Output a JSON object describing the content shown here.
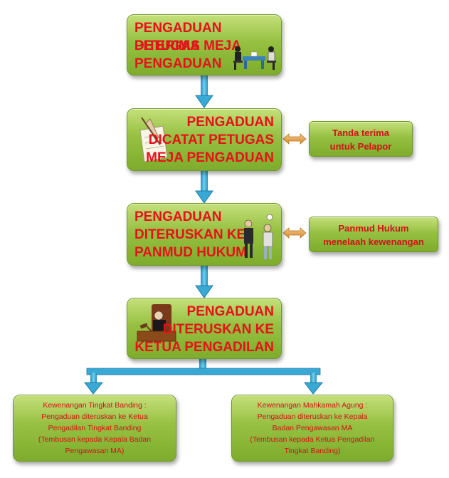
{
  "steps": [
    {
      "line1": "PENGADUAN DITERIMA",
      "line2": "PETUGAS MEJA",
      "line3": "PENGADUAN"
    },
    {
      "line1": "PENGADUAN",
      "line2": "DICATAT PETUGAS",
      "line3": "MEJA PENGADUAN"
    },
    {
      "line1": "PENGADUAN",
      "line2": "DITERUSKAN KE",
      "line3": "PANMUD HUKUM"
    },
    {
      "line1": "PENGADUAN",
      "line2": "DITERUSKAN KE",
      "line3": "KETUA PENGADILAN"
    }
  ],
  "side_notes": [
    {
      "line1": "Tanda terima",
      "line2": "untuk Pelapor"
    },
    {
      "line1": "Panmud Hukum",
      "line2": "menelaah kewenangan"
    }
  ],
  "outcomes": [
    {
      "lines": [
        "Kewenangan Tingkat Banding :",
        "Pengaduan diteruskan ke Ketua",
        "Pengadilan Tingkat Banding",
        "(Tembusan kepada Kepala Badan",
        "Pengawasan MA)"
      ]
    },
    {
      "lines": [
        "Kewenangan Mahkamah Agung :",
        "Pengaduan diteruskan ke Kepala",
        "Badan Pengawasan MA",
        "(Tembusan kepada Ketua Pengadilan",
        "Tingkat Banding)"
      ]
    }
  ],
  "colors": {
    "box_fill": "#96c041",
    "text": "#e8101a",
    "connector": "#3aa8d4",
    "double_arrow": "#e8a040"
  }
}
